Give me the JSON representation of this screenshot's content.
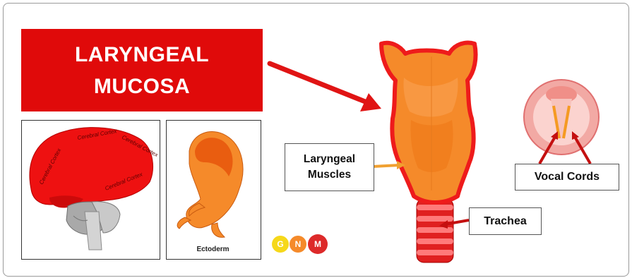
{
  "title": {
    "line1": "LARYNGEAL",
    "line2": "MUCOSA"
  },
  "brain": {
    "labels": [
      "Cerebral Cortex",
      "Cerebral Cortex",
      "Cerebral Cortex",
      "Cerebral Cortex"
    ]
  },
  "embryo": {
    "caption": "Ectoderm"
  },
  "larynx": {
    "muscles_label": {
      "line1": "Laryngeal",
      "line2": "Muscles"
    },
    "trachea_label": "Trachea",
    "vocal_cords_label": "Vocal Cords"
  },
  "logo": {
    "letters": [
      "G",
      "N",
      "M"
    ]
  },
  "colors": {
    "red": "#e00a0a",
    "orange": "#f58a2a",
    "larynx_outline": "#ee1b1b"
  }
}
